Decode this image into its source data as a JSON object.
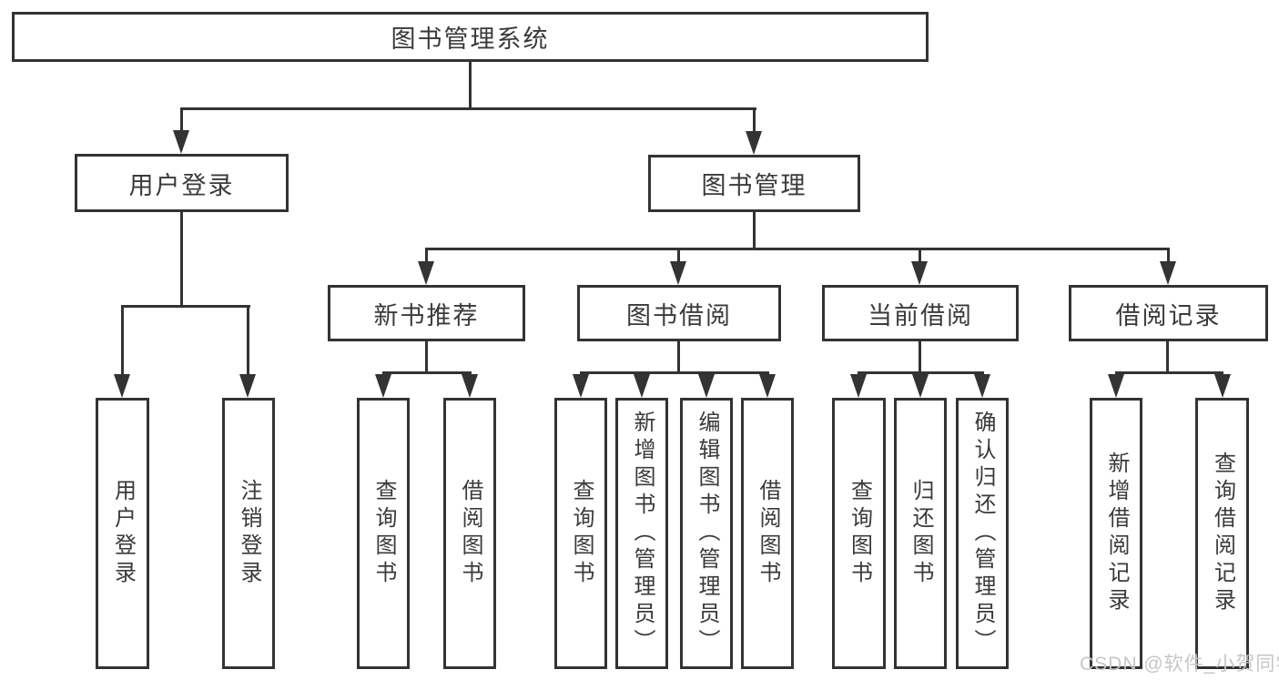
{
  "diagram_title": "图书管理系统",
  "nodes": {
    "root": "图书管理系统",
    "branches": [
      {
        "label": "用户登录",
        "leaves": [
          "用户登录",
          "注销登录"
        ]
      },
      {
        "label": "图书管理",
        "sections": [
          {
            "label": "新书推荐",
            "leaves": [
              "查询图书",
              "借阅图书"
            ]
          },
          {
            "label": "图书借阅",
            "leaves": [
              "查询图书",
              "新增图书（管理员）",
              "编辑图书（管理员）",
              "借阅图书"
            ]
          },
          {
            "label": "当前借阅",
            "leaves": [
              "查询图书",
              "归还图书",
              "确认归还（管理员）"
            ]
          },
          {
            "label": "借阅记录",
            "leaves": [
              "新增借阅记录",
              "查询借阅记录"
            ]
          }
        ]
      }
    ]
  },
  "watermark": "CSDN @软件_小贺同学",
  "colors": {
    "line": "#333333",
    "text": "#3a3a3a",
    "watermark": "#c6c6c6",
    "background": "#ffffff"
  }
}
